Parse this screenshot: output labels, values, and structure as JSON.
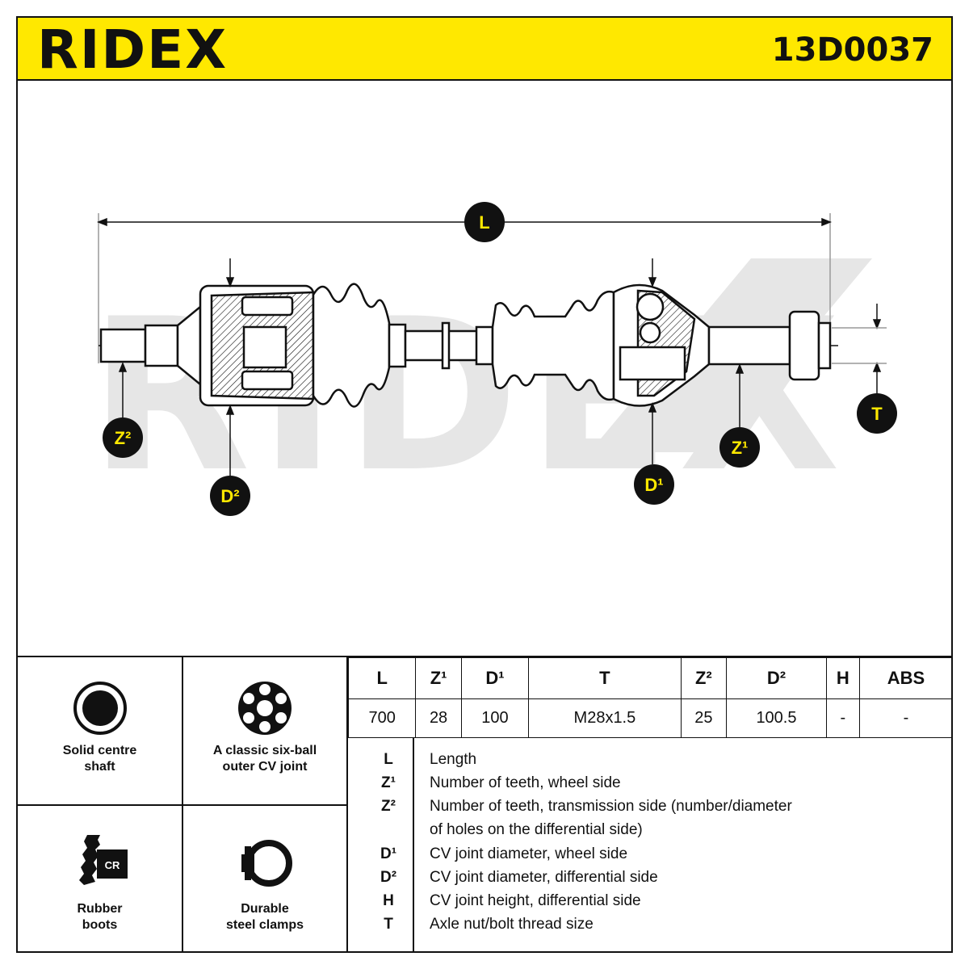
{
  "header": {
    "brand": "RIDEX",
    "part_number": "13D0037"
  },
  "drawing": {
    "labels": {
      "L": "L",
      "Z2": "Z²",
      "D2": "D²",
      "D1": "D¹",
      "Z1": "Z¹",
      "T": "T"
    },
    "watermark": "RIDEX",
    "colors": {
      "accent": "#ffe800",
      "badge": "#111111"
    }
  },
  "features": [
    {
      "name": "solid-centre-shaft",
      "icon": "solid-circle-icon",
      "line1": "Solid centre",
      "line2": "shaft"
    },
    {
      "name": "six-ball-cv-joint",
      "icon": "six-ball-joint-icon",
      "line1": "A classic six-ball",
      "line2": "outer CV joint"
    },
    {
      "name": "rubber-boots",
      "icon": "cr-boot-icon",
      "badge": "CR",
      "line1": "Rubber",
      "line2": "boots"
    },
    {
      "name": "steel-clamps",
      "icon": "clamp-icon",
      "line1": "Durable",
      "line2": "steel clamps"
    }
  ],
  "spec": {
    "headers": [
      "L",
      "Z¹",
      "D¹",
      "T",
      "Z²",
      "D²",
      "H",
      "ABS"
    ],
    "values": [
      "700",
      "28",
      "100",
      "M28x1.5",
      "25",
      "100.5",
      "-",
      "-"
    ]
  },
  "legend": [
    {
      "key": "L",
      "desc": "Length"
    },
    {
      "key": "Z¹",
      "desc": "Number of teeth, wheel side"
    },
    {
      "key": "Z²",
      "desc": "Number of teeth, transmission side (number/diameter"
    },
    {
      "key": "",
      "desc": "of holes on the differential side)"
    },
    {
      "key": "D¹",
      "desc": "CV joint diameter, wheel side"
    },
    {
      "key": "D²",
      "desc": "CV joint diameter, differential side"
    },
    {
      "key": "H",
      "desc": "CV joint height, differential side"
    },
    {
      "key": "T",
      "desc": "Axle nut/bolt thread size"
    }
  ]
}
